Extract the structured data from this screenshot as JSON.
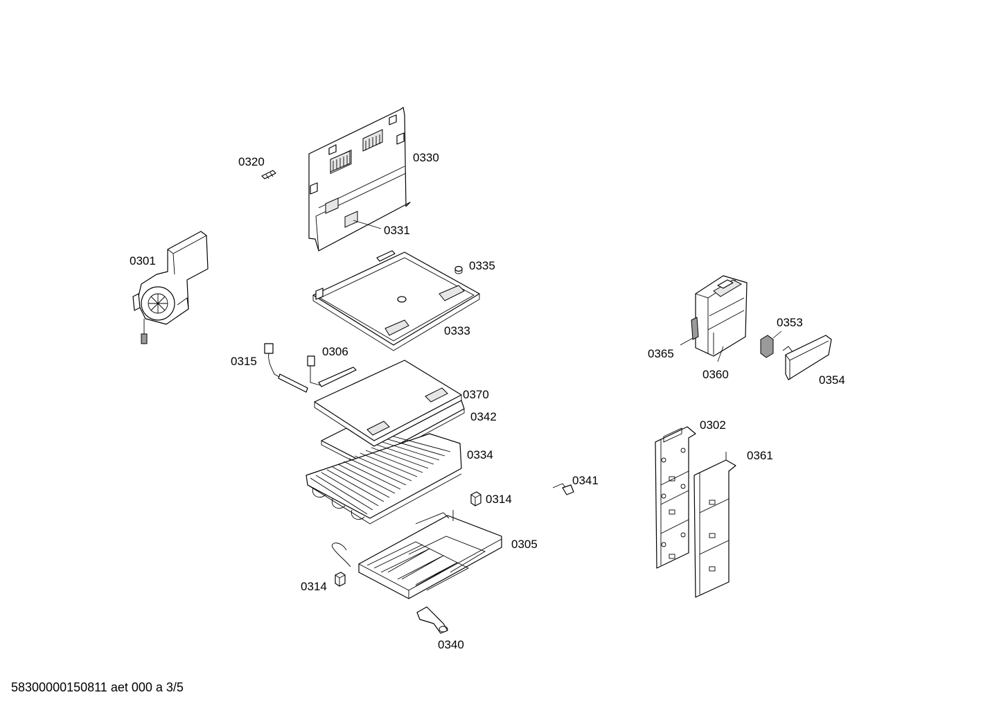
{
  "diagram": {
    "labels": {
      "p0301": "0301",
      "p0302": "0302",
      "p0305": "0305",
      "p0306": "0306",
      "p0314a": "0314",
      "p0314b": "0314",
      "p0315": "0315",
      "p0320": "0320",
      "p0330": "0330",
      "p0331": "0331",
      "p0333": "0333",
      "p0334": "0334",
      "p0335": "0335",
      "p0340": "0340",
      "p0341": "0341",
      "p0342": "0342",
      "p0353": "0353",
      "p0354": "0354",
      "p0360": "0360",
      "p0361": "0361",
      "p0365": "0365",
      "p0370": "0370"
    },
    "footer": "58300000150811 aet 000 a 3/5"
  }
}
